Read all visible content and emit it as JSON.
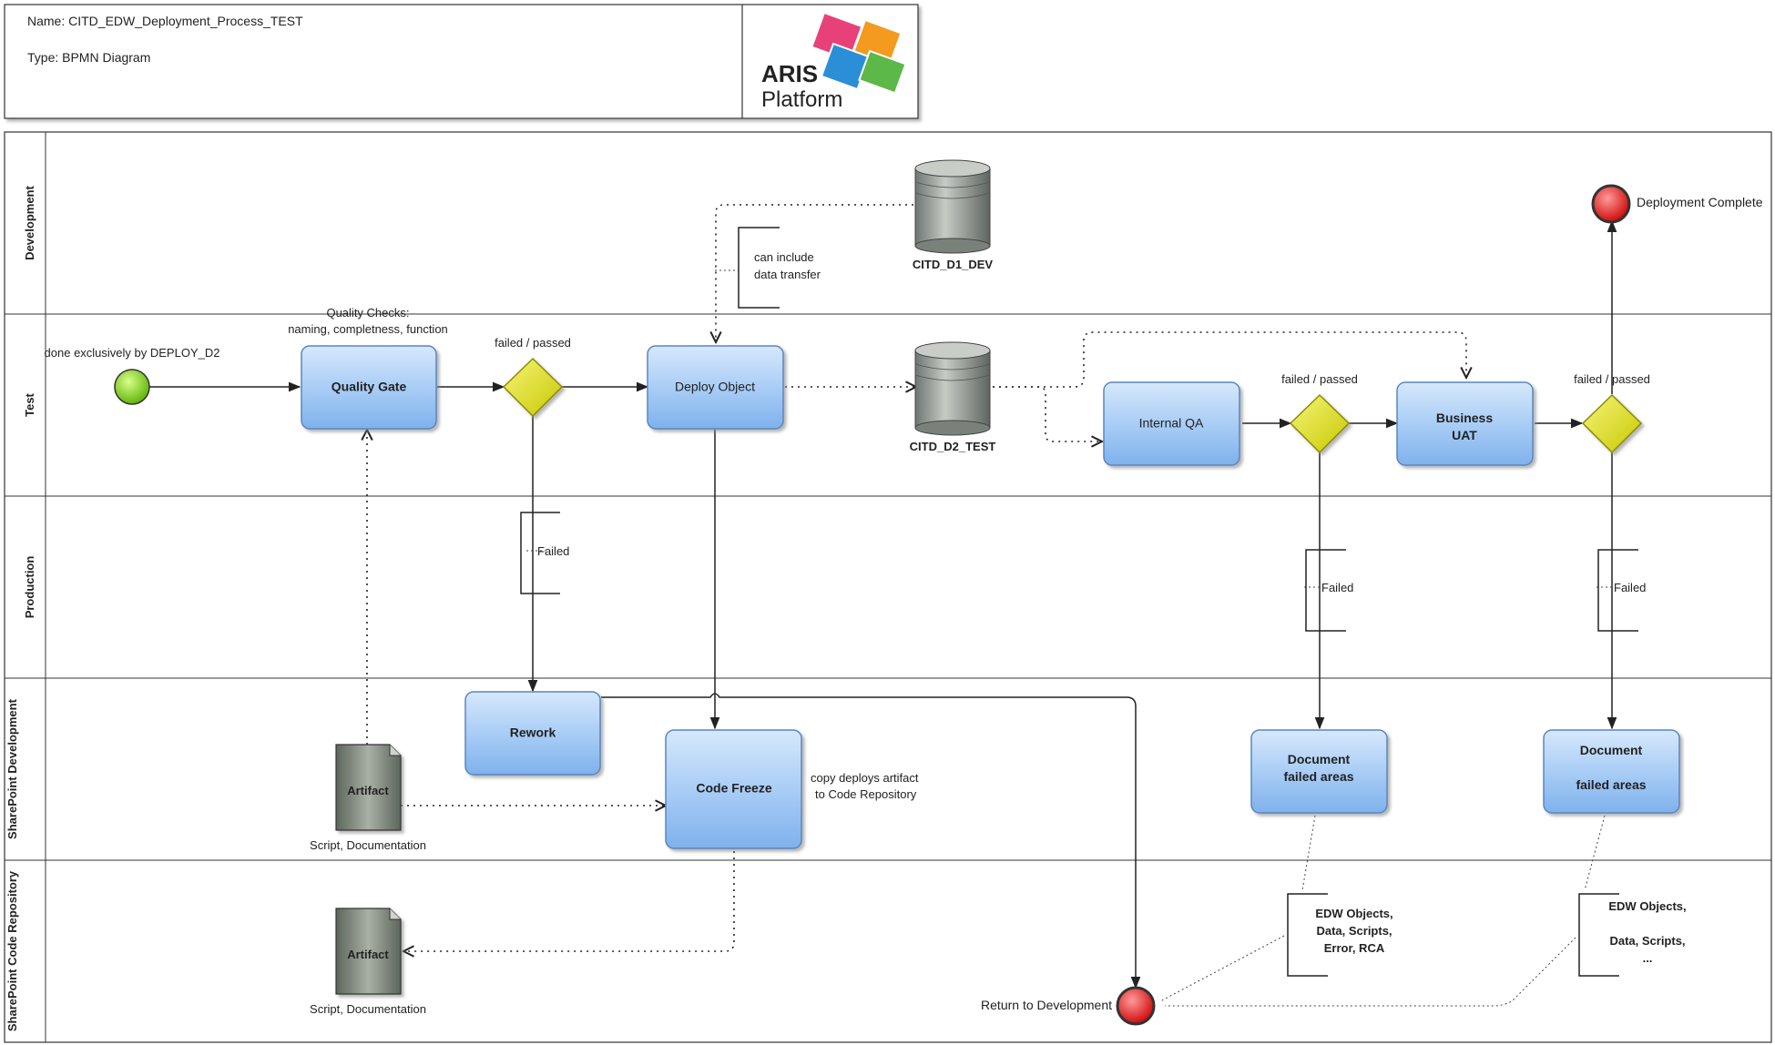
{
  "header": {
    "name_line": "Name: CITD_EDW_Deployment_Process_TEST",
    "type_line": "Type: BPMN Diagram",
    "logo_text": [
      "ARIS",
      "Platform"
    ]
  },
  "lanes": [
    "Development",
    "Test",
    "Production",
    "SharePoint Development",
    "SharePoint Code Repository"
  ],
  "tasks": {
    "quality_gate": "Quality Gate",
    "deploy_object": "Deploy Object",
    "internal_qa": "Internal QA",
    "business_uat": "Business UAT",
    "rework": "Rework",
    "code_freeze": "Code Freeze",
    "document_failed_1": "Document failed areas",
    "document_failed_2": "Document failed areas"
  },
  "databases": {
    "dev": "CITD_D1_DEV",
    "test": "CITD_D2_TEST"
  },
  "artifacts": {
    "artifact_1": "Artifact",
    "artifact_1_caption": "Script, Documentation",
    "artifact_2": "Artifact",
    "artifact_2_caption": "Script, Documentation"
  },
  "events": {
    "start_label": "done exclusively by DEPLOY_D2",
    "end_complete": "Deployment Complete",
    "end_return": "Return to Development"
  },
  "gateways": {
    "gw1": "failed / passed",
    "gw2": "failed / passed",
    "gw3": "failed / passed"
  },
  "annotations": {
    "quality_checks_1": "Quality Checks:",
    "quality_checks_2": "naming, completness, function",
    "can_include_1": "can include",
    "can_include_2": "data transfer",
    "failed_1": "Failed",
    "failed_2": "Failed",
    "failed_3": "Failed",
    "copy_deploys_1": "copy deploys artifact",
    "copy_deploys_2": "to Code Repository",
    "edw1_1": "EDW Objects,",
    "edw1_2": "Data, Scripts,",
    "edw1_3": "Error, RCA",
    "edw2_1": "EDW Objects,",
    "edw2_2": "Data, Scripts,",
    "edw2_3": "..."
  },
  "colors": {
    "task_fill": "#a6cbf5",
    "gateway_fill": "#e3e32a",
    "start_fill": "#7ed321",
    "end_fill": "#e8262a",
    "db_fill": "#9aa09b",
    "artifact_fill": "#7b8479"
  }
}
